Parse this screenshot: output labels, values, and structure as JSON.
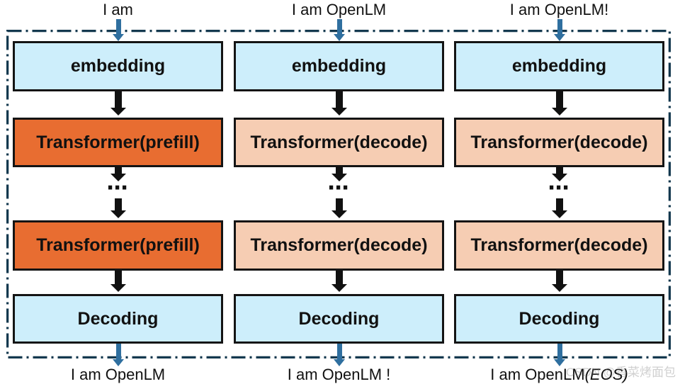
{
  "columns": [
    {
      "input": "I am",
      "embedding": "embedding",
      "layer_top": "Transformer(prefill)",
      "ellipsis": "⋯",
      "layer_bottom": "Transformer(prefill)",
      "decoding": "Decoding",
      "output": "I am OpenLM",
      "style": "prefill"
    },
    {
      "input": "I am OpenLM",
      "embedding": "embedding",
      "layer_top": "Transformer(decode)",
      "ellipsis": "⋯",
      "layer_bottom": "Transformer(decode)",
      "decoding": "Decoding",
      "output": "I am OpenLM !",
      "style": "decode"
    },
    {
      "input": "I am OpenLM!",
      "embedding": "embedding",
      "layer_top": "Transformer(decode)",
      "ellipsis": "⋯",
      "layer_bottom": "Transformer(decode)",
      "decoding": "Decoding",
      "output": "I am OpenLM",
      "output_eos": "(EOS)",
      "style": "decode"
    }
  ],
  "watermark": "CSDN @",
  "watermark_logo_text": "香菜烤面包",
  "colors": {
    "embedding_decoding": "#cdeefb",
    "prefill": "#e86d31",
    "decode": "#f6cdb3",
    "frame": "#14394f",
    "io_arrow": "#2f6f9f",
    "flow_arrow": "#111111"
  },
  "icons": [
    "arrow-down-icon"
  ]
}
